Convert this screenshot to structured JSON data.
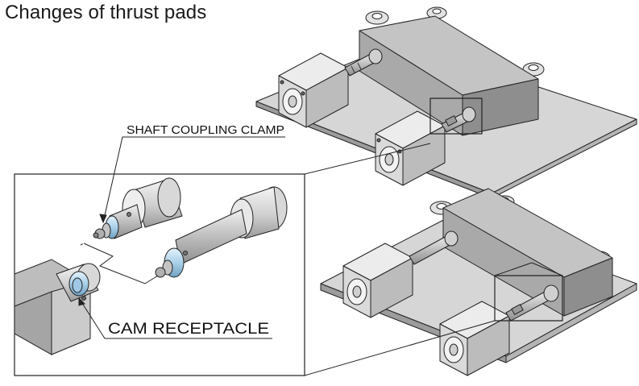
{
  "title": "Changes of thrust pads",
  "labels": {
    "shaft_coupling_clamp": "SHAFT COUPLING CLAMP",
    "cam_receptacle": "CAM RECEPTACLE"
  },
  "colors": {
    "plate": "#d2d2d2",
    "block": "#a0a0a0",
    "cylinder": "#dedede",
    "shaft": "#c8c8c8",
    "clamp_highlight": "#b8d8ec",
    "outline": "#222222"
  }
}
